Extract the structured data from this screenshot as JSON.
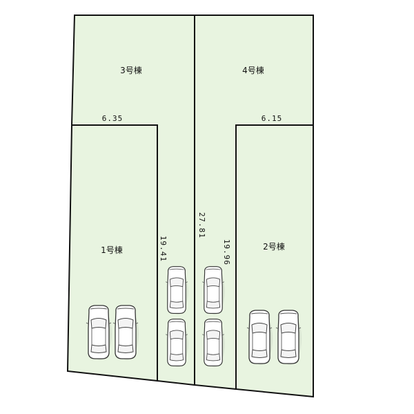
{
  "lots": [
    {
      "id": "lot-3",
      "label": "3号棟"
    },
    {
      "id": "lot-4",
      "label": "4号棟"
    },
    {
      "id": "lot-1",
      "label": "1号棟"
    },
    {
      "id": "lot-2",
      "label": "2号棟"
    }
  ],
  "dimensions": {
    "lot3_frontage": "6.35",
    "lot4_frontage": "6.15",
    "lot1_depth": "19.41",
    "lot4_depth": "27.81",
    "lot2_depth": "19.96"
  },
  "parking": {
    "lot1_cars": 2,
    "driveway_left_cars": 2,
    "driveway_right_cars": 2,
    "lot2_cars": 2
  },
  "colors": {
    "lot_fill": "#e8f4e0",
    "boundary": "#111111"
  }
}
